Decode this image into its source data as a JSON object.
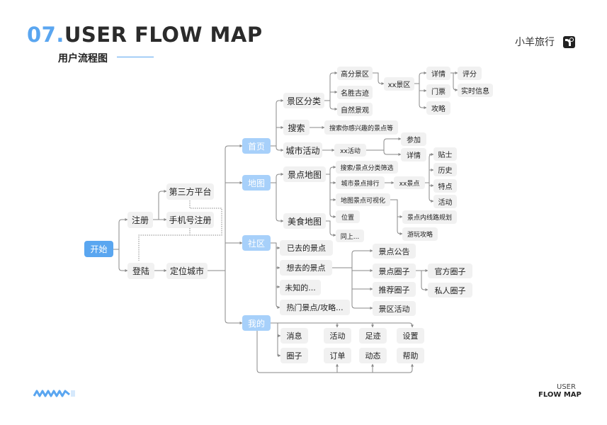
{
  "header": {
    "number": "07.",
    "title": "USER FLOW MAP",
    "subtitle": "用户流程图",
    "brand": "小羊旅行",
    "brand_icon": "sheep-logo-icon"
  },
  "footer": {
    "line1": "USER",
    "line2": "FLOW MAP",
    "decoration": "zigzag-pattern"
  },
  "colors": {
    "accent": "#5aa6f0",
    "accent_light": "#a7d0fa",
    "node_bg": "#f1f1f1",
    "line": "#888888"
  },
  "nodes": {
    "start": "开始",
    "register": "注册",
    "login": "登陆",
    "third_party": "第三方平台",
    "phone_register": "手机号注册",
    "locate_city": "定位城市",
    "home": "首页",
    "map": "地图",
    "community": "社区",
    "mine": "我的",
    "scenic_category": "景区分类",
    "search": "搜索",
    "city_events": "城市活动",
    "high_score": "高分景区",
    "historic": "名胜古迹",
    "nature": "自然景观",
    "xx_scenic": "xx景区",
    "detail": "详情",
    "tickets": "门票",
    "guide": "攻略",
    "rating": "评分",
    "realtime": "实时信息",
    "search_desc": "搜索你感兴趣的景点等",
    "xx_event": "xx活动",
    "join": "参加",
    "event_detail": "详情",
    "spot_map": "景点地图",
    "food_map": "美食地图",
    "search_filter": "搜索/景点分类筛选",
    "city_rank": "城市景点排行",
    "map_visual": "地图景点可视化",
    "location": "位置",
    "same_above": "同上...",
    "xx_spot": "xx景点",
    "tips": "贴士",
    "history": "历史",
    "features": "特点",
    "activities": "活动",
    "route_plan": "景点内线路规划",
    "travel_guide": "游玩攻略",
    "visited": "已去的景点",
    "want_visit": "想去的景点",
    "unknown": "未知的...",
    "hot_spots": "热门景点/攻略...",
    "spot_notice": "景点公告",
    "spot_circle": "景点圈子",
    "recommend_circle": "推荐圈子",
    "scenic_event": "景区活动",
    "official_circle": "官方圈子",
    "private_circle": "私人圈子",
    "messages": "消息",
    "my_events": "活动",
    "footprints": "足迹",
    "settings": "设置",
    "circles": "圈子",
    "orders": "订单",
    "feed": "动态",
    "help": "帮助"
  }
}
